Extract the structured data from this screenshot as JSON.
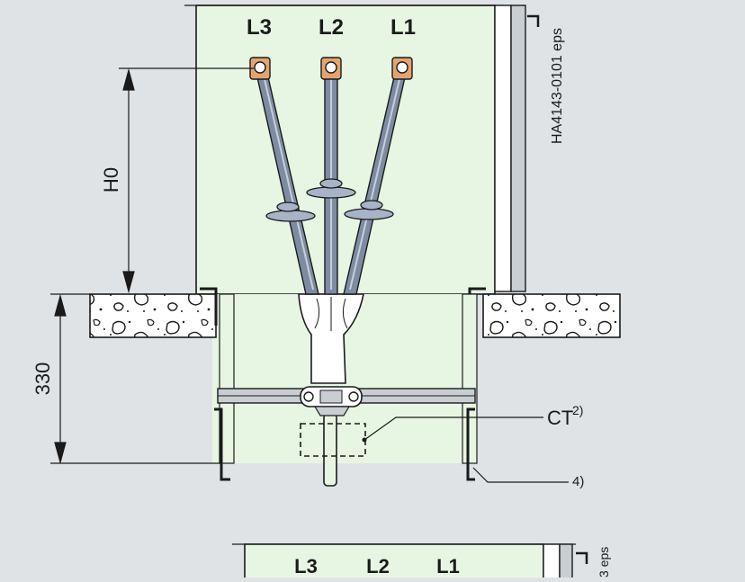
{
  "colors": {
    "background": "#dfe3e6",
    "panel": "#e7f6e3",
    "lug": "#e3a46f",
    "cable": "#7d8ca3",
    "cable_light": "#aab6c9",
    "insulator": "#a7b3c6",
    "core": "#c7cfd9",
    "line": "#1a1a1a",
    "concrete": "#ffffff",
    "wall": "#c9ced3"
  },
  "top_diagram": {
    "phase_labels": [
      "L3",
      "L2",
      "L1"
    ],
    "dimension_h": "H0",
    "dimension_depth": "330",
    "callout_ct": "CT",
    "callout_ct_note": "2)",
    "callout_frame_note": "4)",
    "drawing_id": "HA4143-0101 eps"
  },
  "bottom_diagram": {
    "phase_labels": [
      "L3",
      "L2",
      "L1"
    ],
    "drawing_id_fragment": "3 eps"
  }
}
